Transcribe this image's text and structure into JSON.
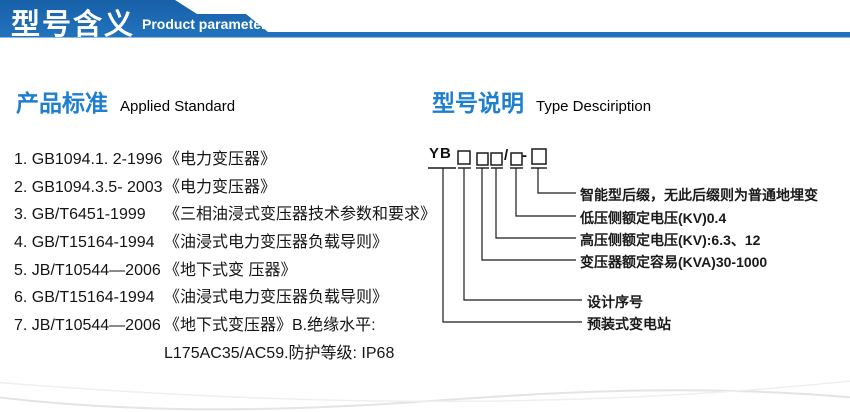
{
  "header": {
    "title_cn": "型号含义",
    "title_en": "Product parameters"
  },
  "standards": {
    "heading_cn": "产品标准",
    "heading_en": "Applied Standard",
    "items": [
      {
        "code": "1. GB1094.1. 2-1996",
        "title": "《电力变压器》"
      },
      {
        "code": "2. GB1094.3.5- 2003",
        "title": "《电力变压器》"
      },
      {
        "code": "3. GB/T6451-1999",
        "title": "《三相油浸式变压器技术参数和要求》"
      },
      {
        "code": "4. GB/T15164-1994",
        "title": "《油浸式电力变压器负载导则》"
      },
      {
        "code": "5. JB/T10544—2006",
        "title": "《地下式变 压器》"
      },
      {
        "code": "6. GB/T15164-1994",
        "title": "《油浸式电力变压器负载导则》"
      },
      {
        "code": "7. JB/T10544—2006",
        "title": "《地下式变压器》B.绝缘水平:"
      },
      {
        "code": "",
        "title": "L175AC35/AC59.防护等级: IP68"
      }
    ]
  },
  "type_description": {
    "heading_cn": "型号说明",
    "heading_en": "Type Desciription",
    "prefix": "YB",
    "slash": "/",
    "dash": "-",
    "labels": [
      "智能型后缀，无此后缀则为普通地埋变",
      "低压侧额定电压(KV)0.4",
      "高压侧额定电压(KV):6.3、12",
      "变压器额定容易(KVA)30-1000",
      "设计序号",
      "预装式变电站"
    ]
  },
  "colors": {
    "banner_blue": "#1c69b4",
    "banner_blue_dark": "#155da6",
    "heading_blue": "#1e7fd0",
    "line_black": "#1a1a1a"
  }
}
